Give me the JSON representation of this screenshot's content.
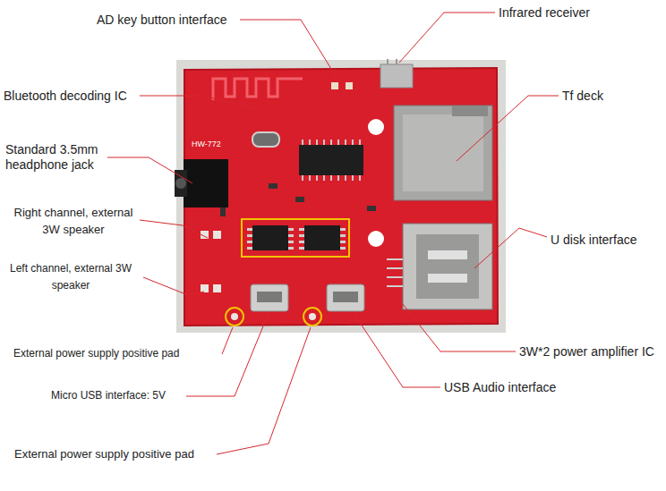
{
  "diagram": {
    "labels": [
      "AD key button interface",
      "Infrared receiver",
      "Bluetooth decoding IC",
      "Tf deck",
      "Standard 3.5mm headphone jack",
      "Right channel, external 3W speaker",
      "Left channel, external 3W speaker",
      "U disk interface",
      "3W*2 power amplifier IC",
      "External power supply positive pad",
      "USB Audio interface",
      "Micro USB interface: 5V",
      "External power supply positive pad",
      "HW-772"
    ]
  }
}
